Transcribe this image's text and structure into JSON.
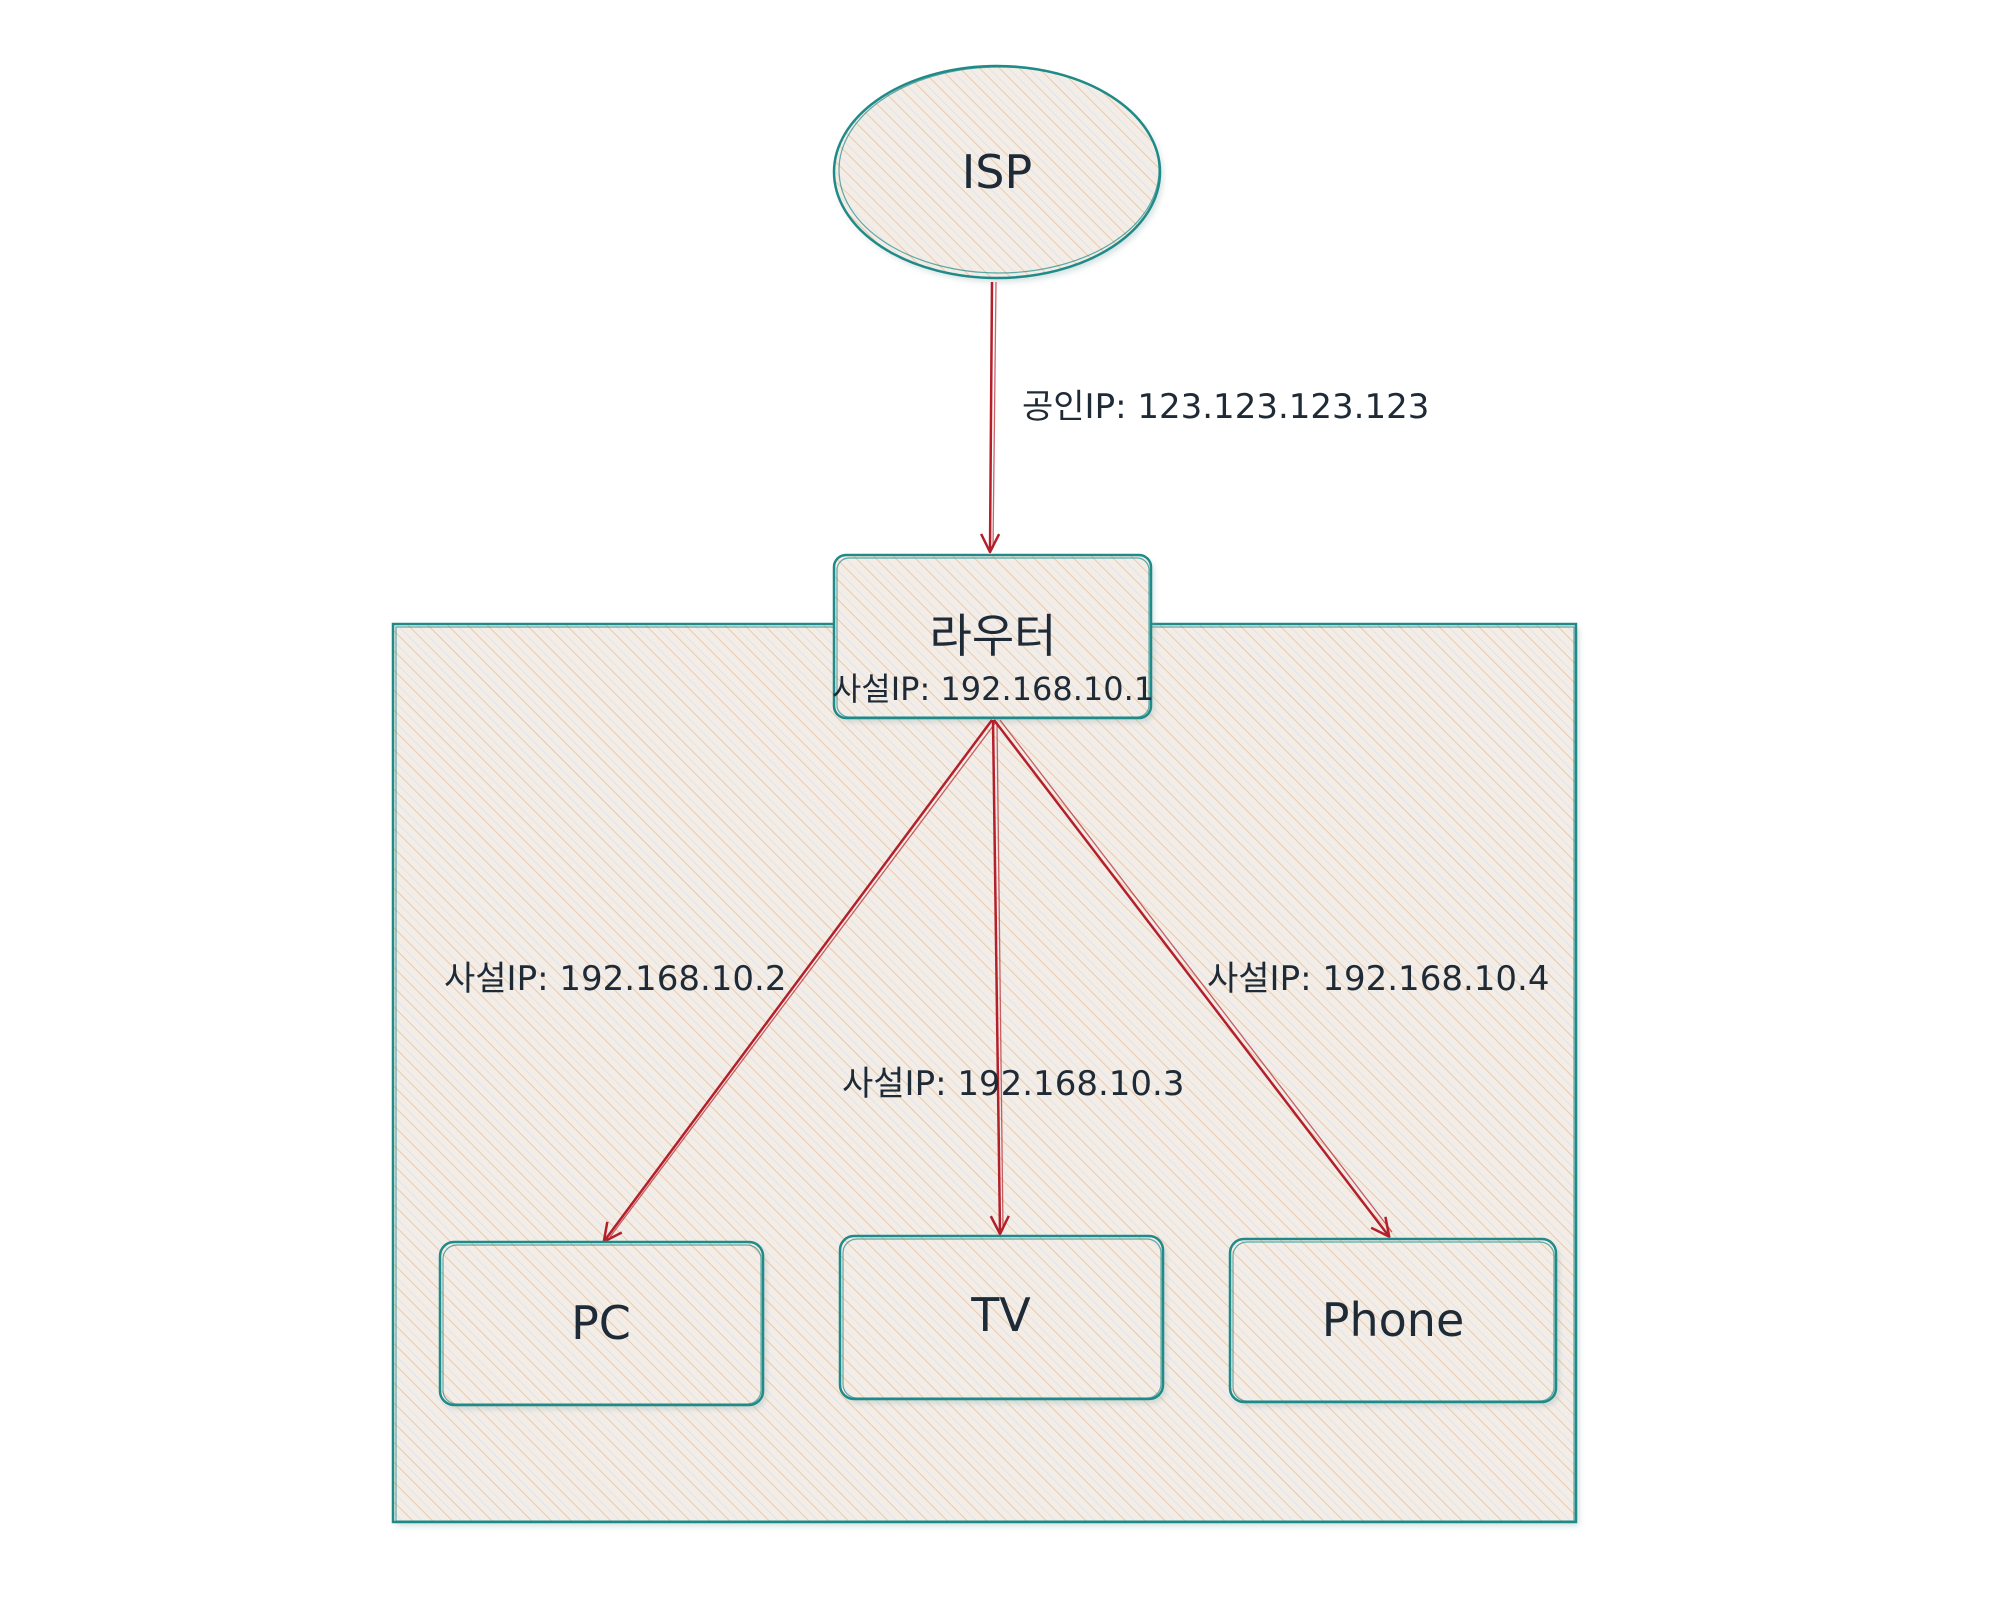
{
  "diagram": {
    "nodes": {
      "isp": {
        "label": "ISP"
      },
      "router": {
        "label": "라우터",
        "sublabel": "사설IP: 192.168.10.1"
      },
      "pc": {
        "label": "PC"
      },
      "tv": {
        "label": "TV"
      },
      "phone": {
        "label": "Phone"
      }
    },
    "edges": {
      "isp_router": {
        "label": "공인IP: 123.123.123.123"
      },
      "router_pc": {
        "label": "사설IP: 192.168.10.2"
      },
      "router_tv": {
        "label": "사설IP: 192.168.10.3"
      },
      "router_phone": {
        "label": "사설IP: 192.168.10.4"
      }
    },
    "colors": {
      "stroke": "#1f8a87",
      "arrow": "#b3202a",
      "fill": "#f3ebe4",
      "hatch": "#e6d3c2",
      "text": "#1e2a36"
    }
  }
}
